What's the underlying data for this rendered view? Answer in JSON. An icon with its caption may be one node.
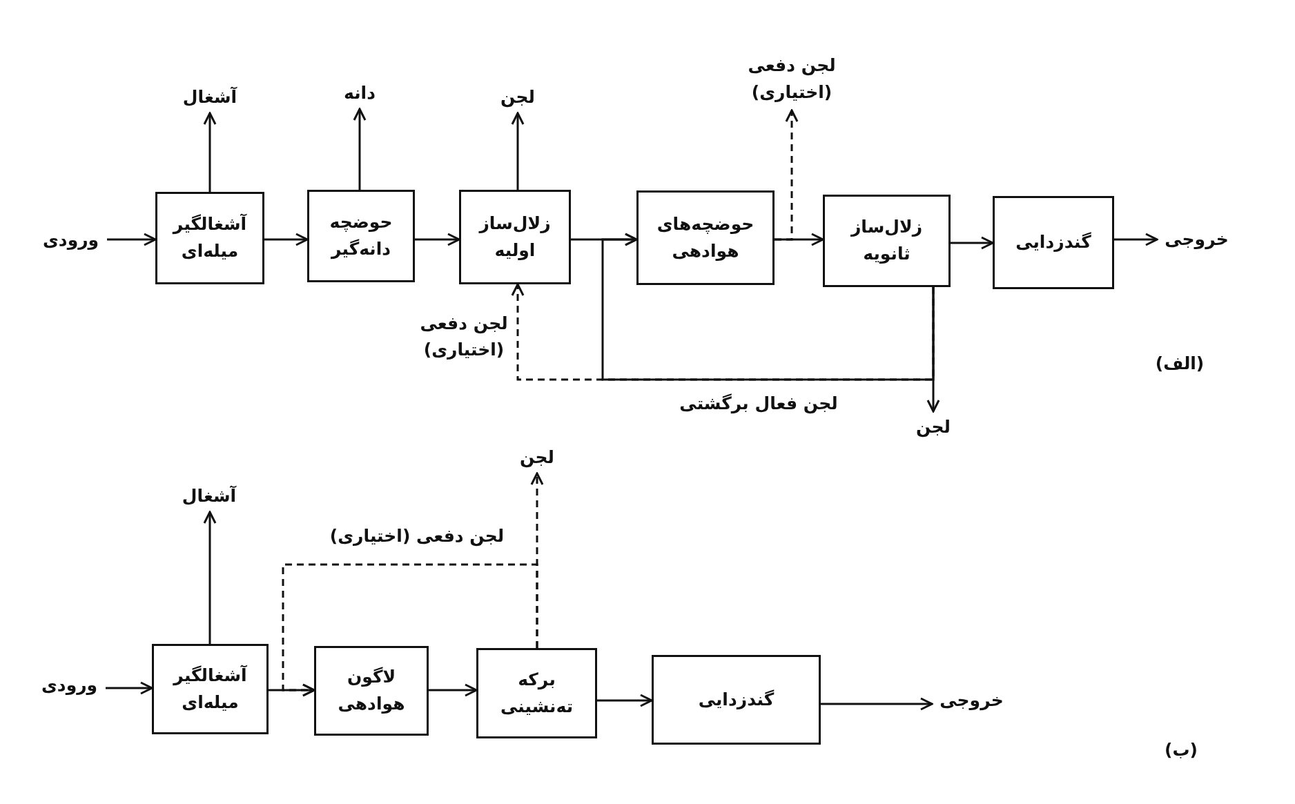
{
  "diagram": {
    "nodes": [
      {
        "text": [
          "ورودی"
        ]
      },
      {
        "text": [
          "آشغالگیر میله‌ای"
        ]
      },
      {
        "text": [
          "حوضچه دانه‌گیر"
        ]
      },
      {
        "text": [
          "زلال‌ساز اولیه"
        ]
      },
      {
        "text": [
          "حوضچه‌های هوادهی"
        ]
      },
      {
        "text": [
          "زلال‌ساز ثانویه"
        ]
      },
      {
        "text": [
          "گندزدایی"
        ]
      },
      {
        "text": [
          "خروجی"
        ]
      },
      {
        "text": [
          "آشغال"
        ]
      },
      {
        "text": [
          "دانه"
        ]
      },
      {
        "text": [
          "لجن"
        ]
      },
      {
        "text": [
          "لجن دفعی (اختیاری)"
        ]
      },
      {
        "text": [
          "لجن"
        ]
      },
      {
        "text": [
          "ورودی"
        ]
      },
      {
        "text": [
          "آشغالگیر میله‌ای"
        ]
      },
      {
        "text": [
          "لاگون هوادهی"
        ]
      },
      {
        "text": [
          "برکه ته‌نشینی"
        ]
      },
      {
        "text": [
          "گندزدایی"
        ]
      },
      {
        "text": [
          "خروجی"
        ]
      },
      {
        "text": [
          "آشغال"
        ]
      },
      {
        "text": [
          "لجن"
        ]
      }
    ],
    "edges": [
      {
        "from": 0,
        "to": 1,
        "arrow": "to"
      },
      {
        "from": 1,
        "to": 2,
        "arrow": "to"
      },
      {
        "from": 2,
        "to": 3,
        "arrow": "to"
      },
      {
        "from": 3,
        "to": 4,
        "arrow": "to"
      },
      {
        "from": 4,
        "to": 5,
        "arrow": "to"
      },
      {
        "from": 5,
        "to": 6,
        "arrow": "to"
      },
      {
        "from": 6,
        "to": 7,
        "arrow": "to"
      },
      {
        "from": 1,
        "to": 8,
        "arrow": "to"
      },
      {
        "from": 2,
        "to": 9,
        "arrow": "to"
      },
      {
        "from": 3,
        "to": 10,
        "arrow": "to"
      },
      {
        "from": 4,
        "to": 11,
        "arrow": "to",
        "style": "dashed"
      },
      {
        "from": 5,
        "to": 4,
        "arrow": "to",
        "label": "لجن فعال برگشتی"
      },
      {
        "from": 5,
        "to": 3,
        "arrow": "to",
        "style": "dashed",
        "label": "لجن دفعی (اختیاری)"
      },
      {
        "from": 5,
        "to": 12,
        "arrow": "to"
      },
      {
        "from": 13,
        "to": 14,
        "arrow": "to"
      },
      {
        "from": 14,
        "to": 19,
        "arrow": "to"
      },
      {
        "from": 14,
        "to": 15,
        "arrow": "to"
      },
      {
        "from": 15,
        "to": 16,
        "arrow": "to"
      },
      {
        "from": 16,
        "to": 17,
        "arrow": "to"
      },
      {
        "from": 17,
        "to": 18,
        "arrow": "to"
      },
      {
        "from": 16,
        "to": 20,
        "arrow": "to",
        "style": "dashed"
      },
      {
        "from": 16,
        "to": 15,
        "arrow": "to",
        "style": "dashed",
        "label": "لجن دفعی (اختیاری)"
      }
    ],
    "labels": [
      "(الف)",
      "(ب)"
    ]
  }
}
